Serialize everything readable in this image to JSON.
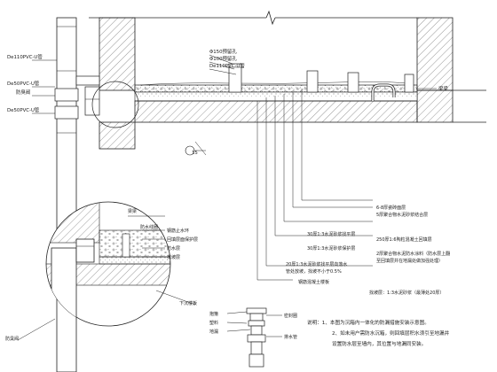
{
  "main_labels": {
    "pipe_dn110": "De110PVC-U管",
    "pipe_dn50a": "De50PVC-U管",
    "valve": "防臭阀",
    "pipe_dn50b": "De50PVC-U管",
    "drain_hole_150": "Φ150预留孔",
    "drain_hole_100": "Φ100预留孔",
    "pipe_upper": "De110PVC-U管",
    "beam": "梁梁",
    "marker_15": "15"
  },
  "layers": {
    "l1a": "6-8厚瓷砖面层",
    "l1b": "5厚聚合物水泥砂浆结合层",
    "l2": "30厚1:3水泥砂浆找平层",
    "l3": "250厚1:6陶粒混凝土回填层",
    "l4": "30厚1:3水泥砂浆保护层",
    "l5a": "2厚聚合物水泥防水涂料（防水层上翻",
    "l5b": "至回填层并在地漏处做加强处理）",
    "l6a": "20厚1:3水泥砂浆找平层向落水",
    "l6b": "管处放坡，找坡不小于0.5%",
    "l7": "钢筋混凝土楼板",
    "l8": "找坡层：1:3水泥砂浆（最薄处20厚）"
  },
  "detail_labels": {
    "beam": "梁梁",
    "waterproof_ring": "防水线圈",
    "stop_ring": "钢筋止水环",
    "fill_layer": "回填层面保护层",
    "waterproof": "防水层",
    "concrete": "找坡层",
    "floor": "下沉楼板",
    "valve_bottom": "防臭阀"
  },
  "fitting_labels": {
    "hoop": "抱箍",
    "pvc": "塑料",
    "drain": "地漏",
    "washer": "密封圈",
    "pipe": "排水管"
  },
  "notes": {
    "n1": "说明：1、本图为沉箱内一体化的防漏措施安装示意图。",
    "n2": "2、如未用户需防水沉箱，则回填层积水须引至地漏并",
    "n3": "设置防水层至墙内，其位置与地漏同安装。"
  }
}
